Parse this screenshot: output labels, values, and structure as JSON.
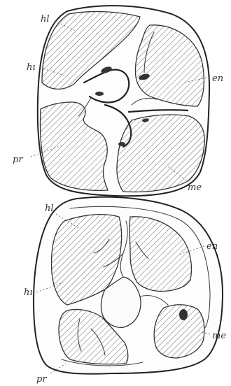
{
  "upper_tooth": {
    "labels": {
      "hl": "hl",
      "hi": "hı",
      "en": "en",
      "pr": "pr",
      "me": "me"
    }
  },
  "lower_tooth": {
    "labels": {
      "hl": "hl",
      "hi": "hı",
      "en": "en",
      "pr": "pr",
      "me": "me"
    }
  }
}
